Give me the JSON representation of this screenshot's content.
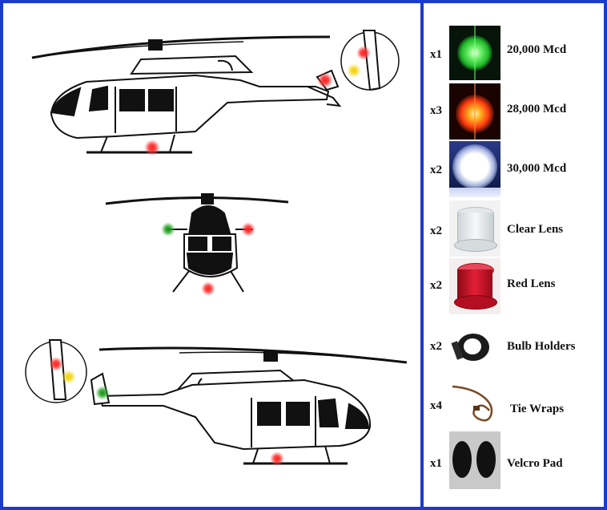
{
  "kit": {
    "items": [
      {
        "qty": "x1",
        "label": "20,000 Mcd",
        "icon": "green-led-icon",
        "color": "#27e035"
      },
      {
        "qty": "x3",
        "label": "28,000 Mcd",
        "icon": "red-led-icon",
        "color": "#ff3a10"
      },
      {
        "qty": "x2",
        "label": "30,000 Mcd",
        "icon": "white-led-icon",
        "color": "#ffffff"
      },
      {
        "qty": "x2",
        "label": "Clear Lens",
        "icon": "clear-lens-icon",
        "color": "#dfe3e6"
      },
      {
        "qty": "x2",
        "label": "Red Lens",
        "icon": "red-lens-icon",
        "color": "#d8132b"
      },
      {
        "qty": "x2",
        "label": "Bulb Holders",
        "icon": "bulb-holder-icon",
        "color": "#1b1b1b"
      },
      {
        "qty": "x4",
        "label": "Tie Wraps",
        "icon": "tie-wrap-icon",
        "color": "#7a4a24"
      },
      {
        "qty": "x1",
        "label": "Velcro Pad",
        "icon": "velcro-pad-icon",
        "color": "#111111"
      }
    ]
  },
  "colors": {
    "border": "#1a3ad0",
    "light_red": "#ff2020",
    "light_green": "#1ea01e",
    "light_yellow": "#f2d21a"
  }
}
